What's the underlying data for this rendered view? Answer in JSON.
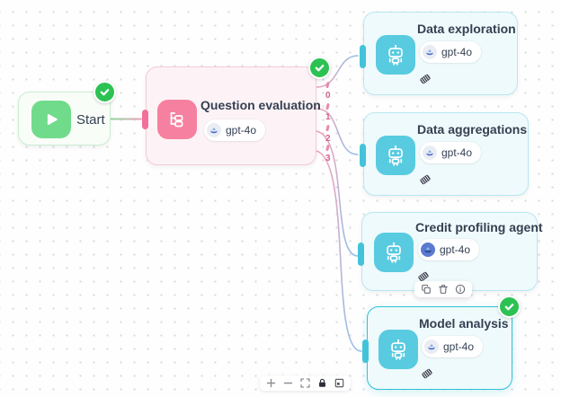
{
  "start_node": {
    "title": "Start"
  },
  "question_node": {
    "title": "Question evaluation",
    "model": "gpt-4o"
  },
  "agents": [
    {
      "title": "Data exploration",
      "model": "gpt-4o"
    },
    {
      "title": "Data aggregations",
      "model": "gpt-4o"
    },
    {
      "title": "Credit profiling agent",
      "model": "gpt-4o"
    },
    {
      "title": "Model analysis",
      "model": "gpt-4o"
    }
  ],
  "edge_labels": [
    "0",
    "1",
    "2",
    "3"
  ],
  "icons": {
    "start": "play-icon",
    "question": "question-classifier-icon",
    "agent": "robot-icon",
    "model_provider": "model-provider-icon",
    "tool": "tool-icon",
    "status": "check-badge-icon",
    "node_toolbar": [
      "copy-icon",
      "delete-icon",
      "info-icon"
    ],
    "controls": [
      "zoom-in-icon",
      "zoom-out-icon",
      "fit-view-icon",
      "lock-icon",
      "minimap-icon"
    ]
  },
  "colors": {
    "success_green": "#2cc253",
    "start_icon_green": "#70db8b",
    "classifier_pink": "#f6809f",
    "agent_teal": "#58cbe0",
    "selected_border_teal": "#2fc0d9",
    "edge_pink": "#eda4bd",
    "edge_blue": "#94c0e6",
    "edge_label_pink": "#d6608d",
    "node_bg_green": "#f8fdf8",
    "node_bg_pink": "#fdf3f6",
    "node_bg_teal": "#effafc"
  }
}
